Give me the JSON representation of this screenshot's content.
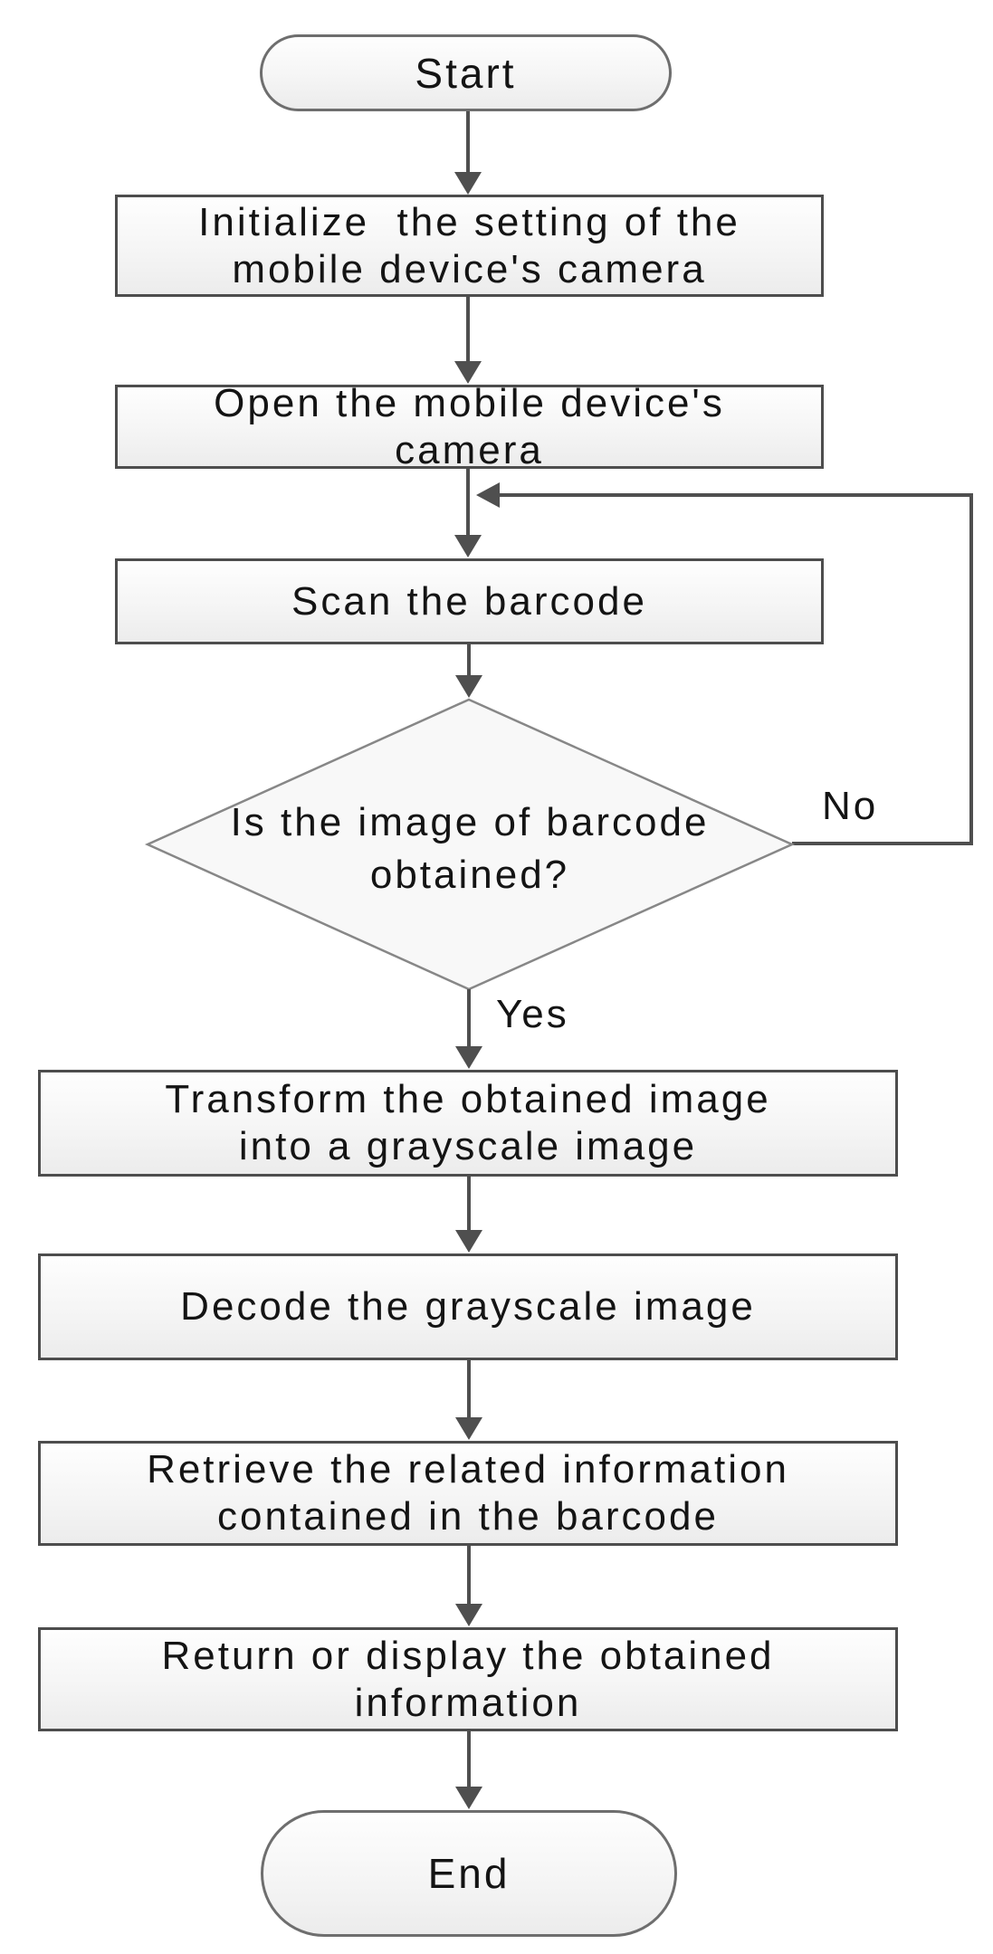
{
  "diagram": {
    "nodes": {
      "start": {
        "type": "terminator",
        "label": "Start",
        "lines": [
          "Start"
        ]
      },
      "init": {
        "type": "process",
        "label": "Initialize  the setting of the mobile device's camera",
        "lines": [
          "Initialize  the setting of the",
          "mobile device's camera"
        ]
      },
      "open": {
        "type": "process",
        "label": "Open the mobile device's camera",
        "lines": [
          "Open the mobile device's",
          "camera"
        ]
      },
      "scan": {
        "type": "process",
        "label": "Scan the barcode",
        "lines": [
          "Scan the barcode"
        ]
      },
      "decision": {
        "type": "decision",
        "label": "Is the image of barcode obtained?",
        "lines": [
          "Is the image of barcode",
          "obtained?"
        ]
      },
      "transform": {
        "type": "process",
        "label": "Transform the obtained image into a grayscale image",
        "lines": [
          "Transform the obtained image",
          "into a grayscale image"
        ]
      },
      "decode": {
        "type": "process",
        "label": "Decode the grayscale image",
        "lines": [
          "Decode the grayscale image"
        ]
      },
      "retrieve": {
        "type": "process",
        "label": "Retrieve the related information contained in the barcode",
        "lines": [
          "Retrieve the related information",
          "contained in the barcode"
        ]
      },
      "return": {
        "type": "process",
        "label": "Return or display the obtained information",
        "lines": [
          "Return or display the obtained",
          "information"
        ]
      },
      "end": {
        "type": "terminator",
        "label": "End",
        "lines": [
          "End"
        ]
      }
    },
    "edges": [
      {
        "from": "start",
        "to": "init",
        "label": ""
      },
      {
        "from": "init",
        "to": "open",
        "label": ""
      },
      {
        "from": "open",
        "to": "scan",
        "label": ""
      },
      {
        "from": "scan",
        "to": "decision",
        "label": ""
      },
      {
        "from": "decision",
        "to": "scan",
        "label": "No"
      },
      {
        "from": "decision",
        "to": "transform",
        "label": "Yes"
      },
      {
        "from": "transform",
        "to": "decode",
        "label": ""
      },
      {
        "from": "decode",
        "to": "retrieve",
        "label": ""
      },
      {
        "from": "retrieve",
        "to": "return",
        "label": ""
      },
      {
        "from": "return",
        "to": "end",
        "label": ""
      }
    ],
    "edge_labels": {
      "yes": "Yes",
      "no": "No"
    },
    "colors": {
      "line": "#4f4f4f",
      "box_border": "#4d4d4d",
      "terminator_border": "#6e6e6e",
      "diamond_border": "#878787",
      "shape_fill_top": "#fefefe",
      "shape_fill_bottom": "#ececec",
      "text": "#141414",
      "background": "#ffffff"
    }
  }
}
